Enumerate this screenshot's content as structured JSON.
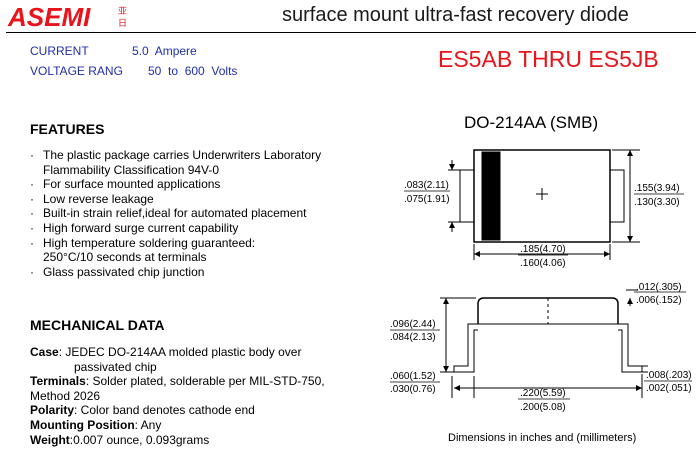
{
  "header": {
    "logo_text": "ASEMI",
    "logo_cn": "亚日",
    "title": "surface mount ultra-fast recovery diode"
  },
  "specs": {
    "current_label": "CURRENT",
    "current_value": "5.0  Ampere",
    "voltage_label": "VOLTAGE RANG",
    "voltage_value": "50  to  600  Volts"
  },
  "part_title": "ES5AB THRU ES5JB",
  "package_title": "DO-214AA (SMB)",
  "features": {
    "heading": "FEATURES",
    "items": [
      "The plastic package carries Underwriters Laboratory",
      "Flammability Classification 94V-0",
      "For surface mounted applications",
      "Low reverse leakage",
      "Built-in strain relief,ideal for automated placement",
      "High forward surge current capability",
      "High temperature soldering guaranteed:",
      "250°C/10 seconds at terminals",
      "Glass passivated chip junction"
    ]
  },
  "mechanical": {
    "heading": "MECHANICAL DATA",
    "case_label": "Case",
    "case_text": ": JEDEC DO-214AA molded plastic body over",
    "case_text2": "passivated chip",
    "terminals_label": "Terminals",
    "terminals_text": ": Solder plated, solderable per MIL-STD-750,",
    "terminals_text2": "Method 2026",
    "polarity_label": "Polarity",
    "polarity_text": ": Color band denotes cathode end",
    "mounting_label": "Mounting Position",
    "mounting_text": ": Any",
    "weight_label": "Weight",
    "weight_text": ":0.007 ounce, 0.093grams"
  },
  "dimensions": {
    "top_h_max": ".083(2.11)",
    "top_h_min": ".075(1.91)",
    "top_r_max": ".155(3.94)",
    "top_r_min": ".130(3.30)",
    "top_w_max": ".185(4.70)",
    "top_w_min": ".160(4.06)",
    "side_t_max": ".012(.305)",
    "side_t_min": ".006(.152)",
    "side_h_max": ".096(2.44)",
    "side_h_min": ".084(2.13)",
    "side_l_max": ".060(1.52)",
    "side_l_min": ".030(0.76)",
    "side_r_max": ".008(.203)",
    "side_r_min": ".002(.051)",
    "side_w_max": ".220(5.59)",
    "side_w_min": ".200(5.08)",
    "note": "Dimensions in inches and (millimeters)"
  }
}
